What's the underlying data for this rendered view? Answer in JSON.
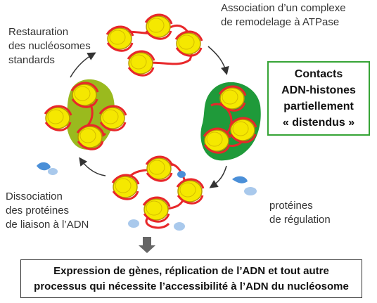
{
  "labels": {
    "top_right": "Association d’un complexe\nde remodelage à ATPase",
    "top_left": "Restauration\ndes nucléosomes\nstandards",
    "bottom_left": "Dissociation\ndes protéines\nde liaison à l’ADN",
    "bottom_right": "protéines\nde régulation"
  },
  "green_box": {
    "text": "Contacts\nADN-histones\npartiellement\n« distendus »"
  },
  "result_box": {
    "line1": "Expression de gènes, réplication de l’ADN et tout autre",
    "line2": "processus qui nécessite l’accessibilité à l’ADN du nucléosome"
  },
  "colors": {
    "nucleosome_fill": "#f5e800",
    "nucleosome_edge": "#b89a00",
    "dna": "#e8272a",
    "remodeler_dark_green": "#1f9a3a",
    "complex_olive": "#9aba1e",
    "regulator_blue": "#4a8fd8",
    "regulator_light": "#a9c9ec",
    "arrow": "#333333"
  }
}
